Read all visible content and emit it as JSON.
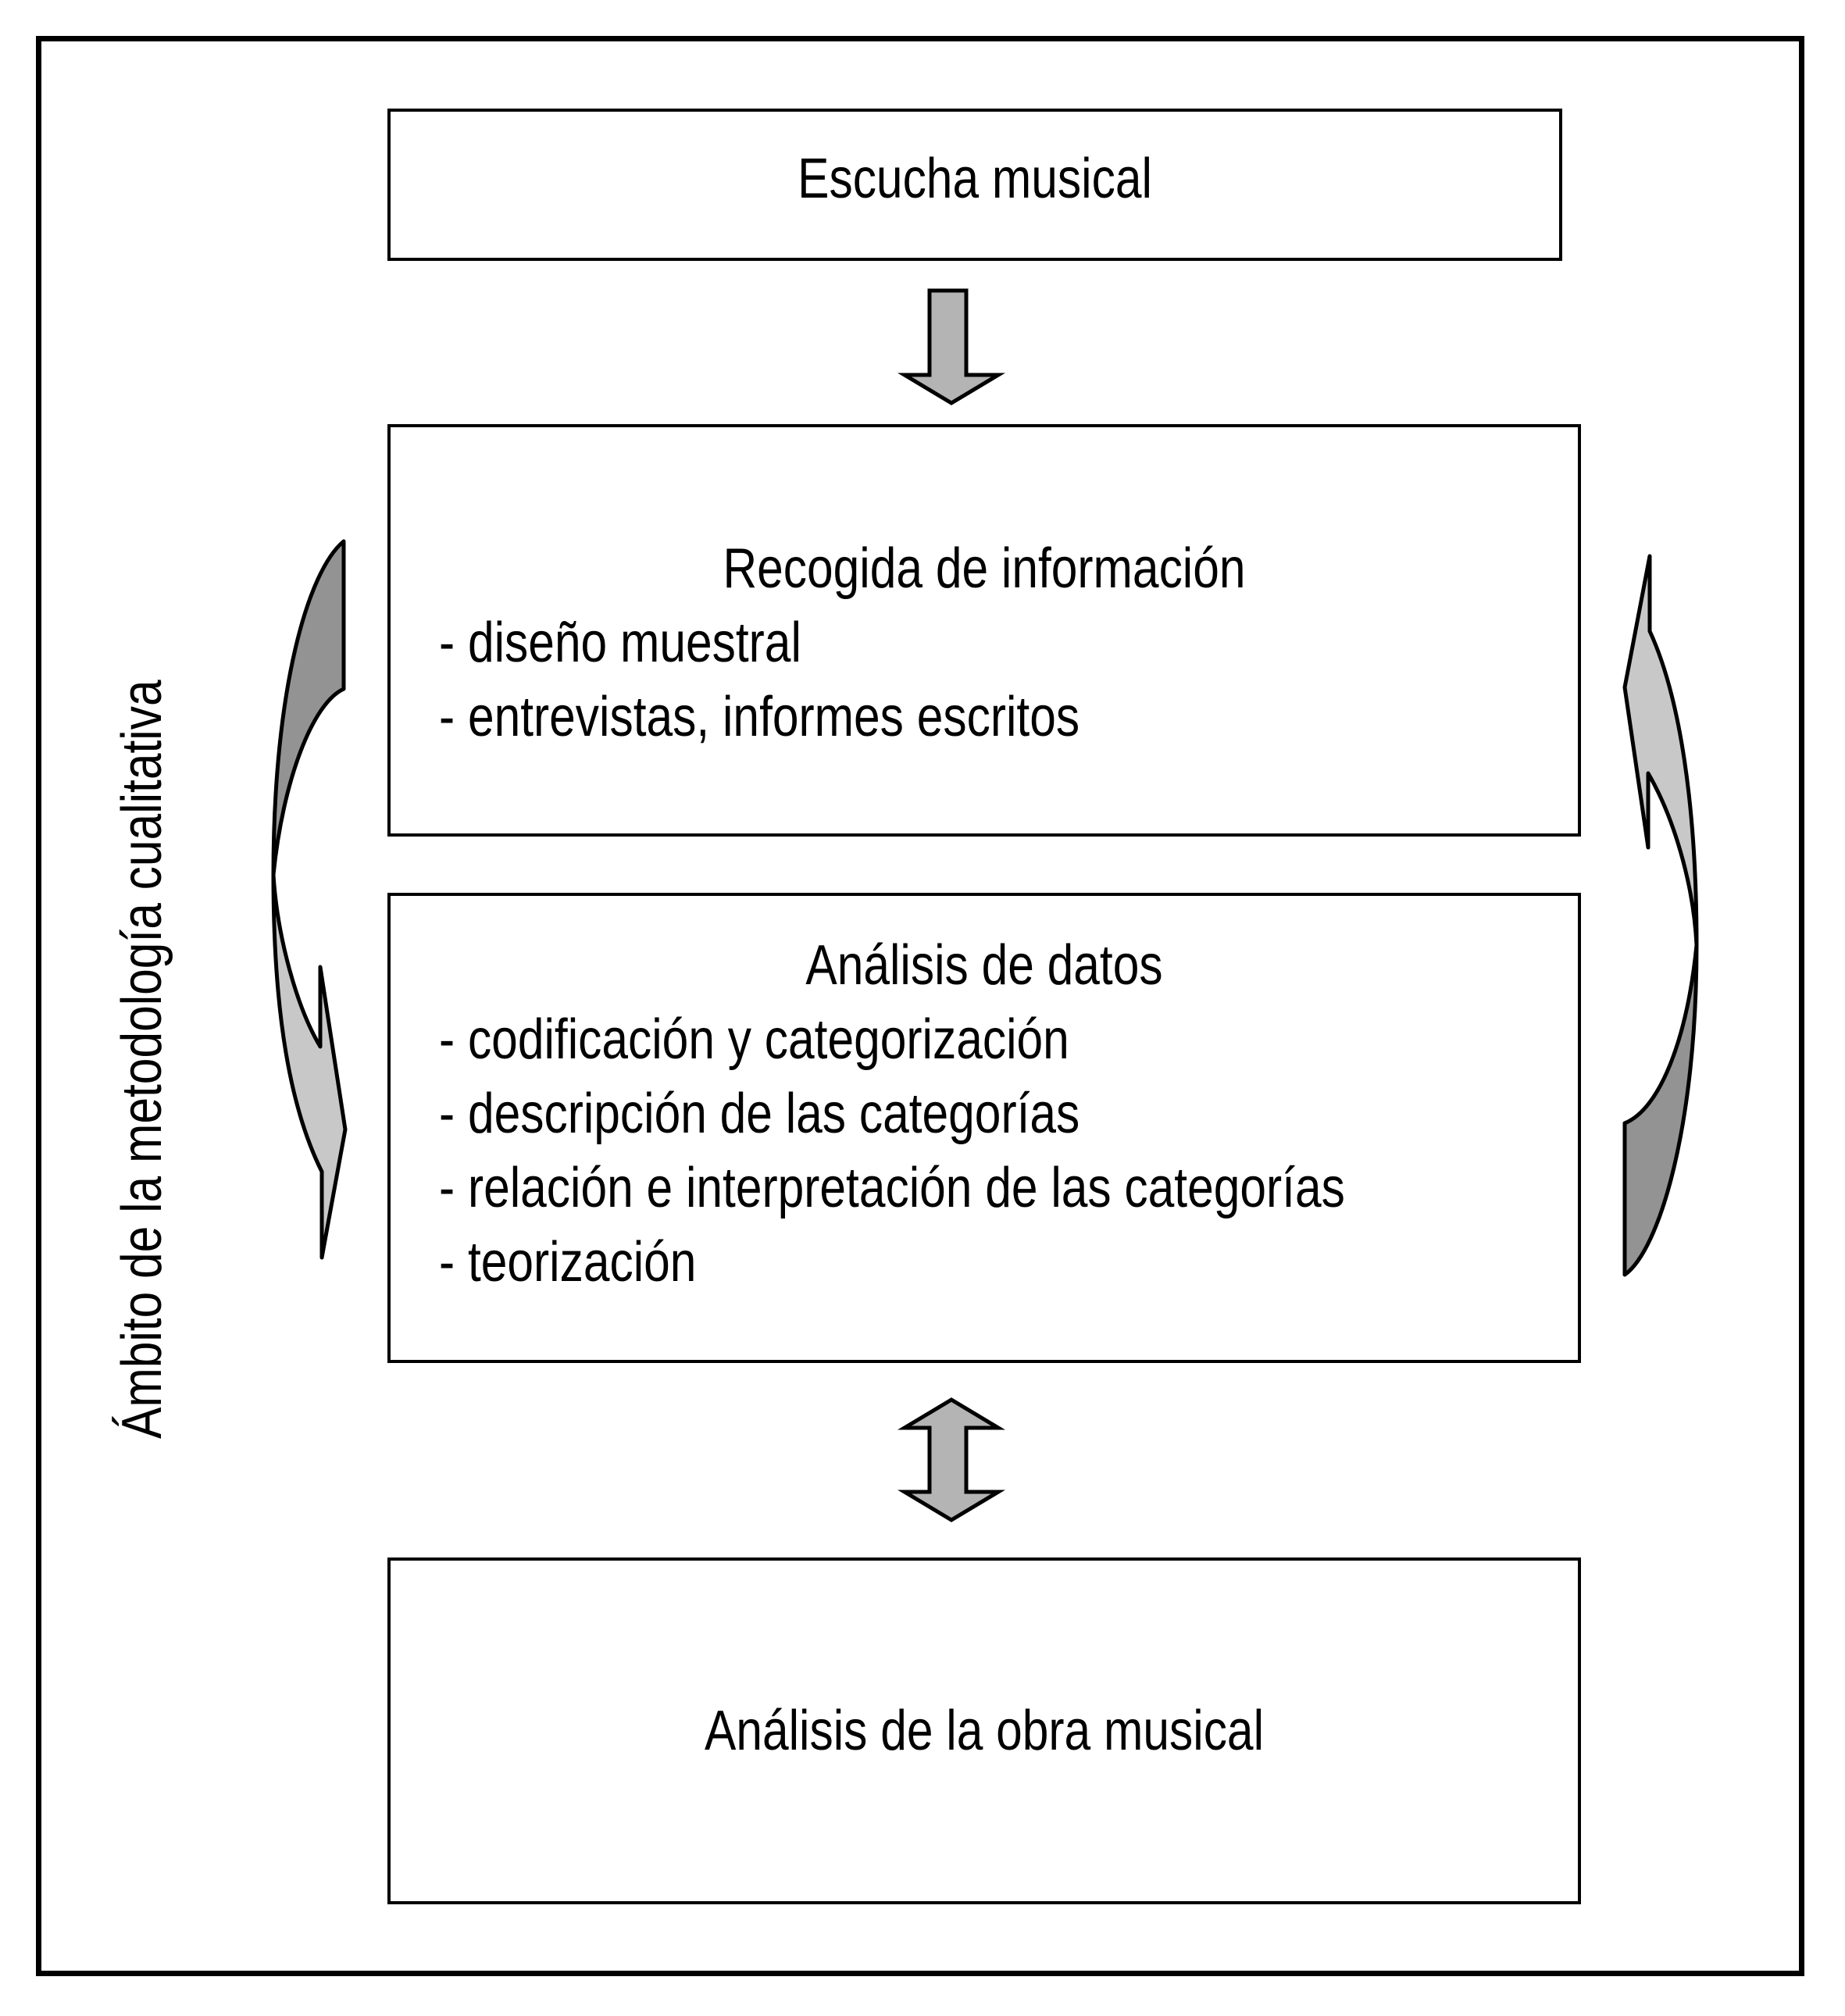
{
  "diagram": {
    "side_label": "Ámbito de la metodología cualitativa",
    "step1": {
      "title": "Escucha musical"
    },
    "step2": {
      "title": "Recogida de información",
      "items": [
        "- diseño muestral",
        "- entrevistas, informes escritos"
      ]
    },
    "step3": {
      "title": "Análisis de datos",
      "items": [
        "- codificación y categorización",
        "- descripción de las categorías",
        "- relación e interpretación de las categorías",
        "- teorización"
      ]
    },
    "step4": {
      "title": "Análisis de la obra musical"
    }
  },
  "colors": {
    "arrow_fill": "#b4b4b4",
    "curved_dark": "#939393",
    "curved_light": "#c8c8c8",
    "stroke": "#000000"
  }
}
